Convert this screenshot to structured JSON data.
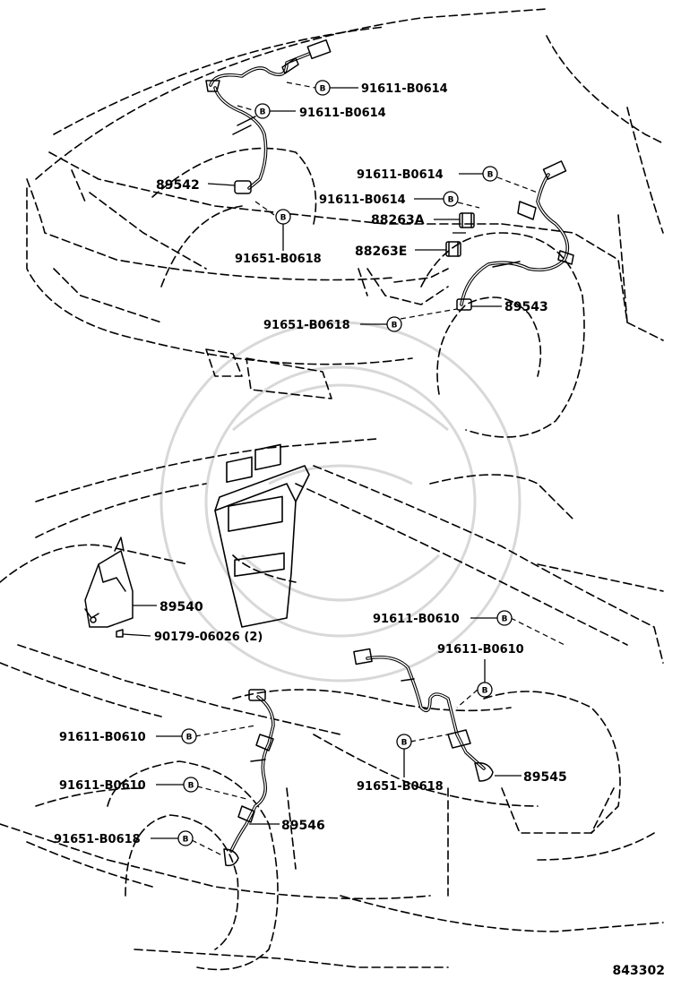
{
  "diagram_code": "843302",
  "callouts": {
    "c_b_1": "91611-B0614",
    "c_b_2": "91611-B0614",
    "c_89542": "89542",
    "c_91651_a": "91651-B0618",
    "c_b_3": "91611-B0614",
    "c_b_4": "91611-B0614",
    "c_88263a": "88263A",
    "c_88263e": "88263E",
    "c_89543": "89543",
    "c_91651_b": "91651-B0618",
    "c_89540": "89540",
    "c_90179": "90179-06026 (2)",
    "c_b0610_a": "91611-B0610",
    "c_b0610_b": "91611-B0610",
    "c_b0610_c": "91611-B0610",
    "c_b0610_d": "91611-B0610",
    "c_91651_c": "91651-B0618",
    "c_89545": "89545",
    "c_89546": "89546",
    "c_91651_d": "91651-B0618"
  },
  "bolt_marker": "B"
}
